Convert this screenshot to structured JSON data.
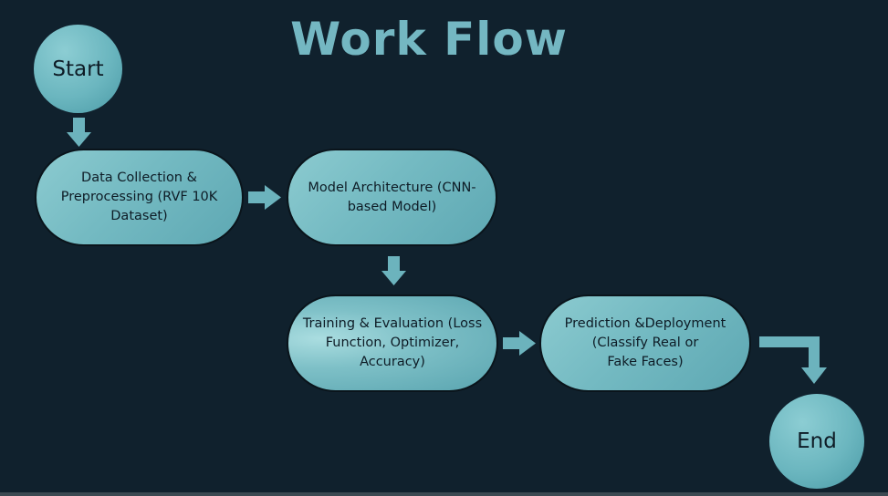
{
  "title": "Work Flow",
  "nodes": {
    "start": "Start",
    "data_collection": "Data Collection &\nPreprocessing (RVF 10K\nDataset)",
    "model_architecture": "Model Architecture (CNN-\nbased Model)",
    "training": "Training & Evaluation (Loss\nFunction, Optimizer,\nAccuracy)",
    "prediction": "Prediction &Deployment\n(Classify Real or\nFake Faces)",
    "end": "End"
  },
  "colors": {
    "background": "#10212d",
    "title": "#74b7c2",
    "node_fill": "#74bac2",
    "arrow": "#6cb3bd"
  }
}
